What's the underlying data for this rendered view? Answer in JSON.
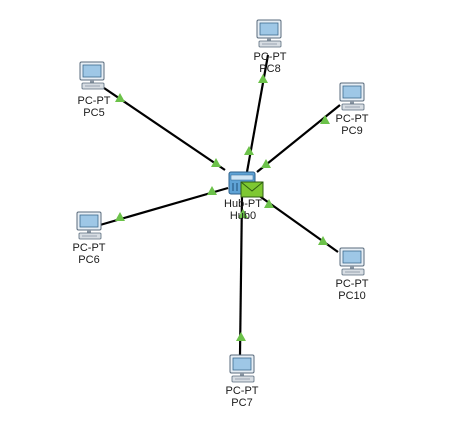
{
  "hub": {
    "type_label": "Hub-PT",
    "name_label": "Hub0"
  },
  "pcs": [
    {
      "id": "pc5",
      "type_label": "PC-PT",
      "name_label": "PC5"
    },
    {
      "id": "pc6",
      "type_label": "PC-PT",
      "name_label": "PC6"
    },
    {
      "id": "pc7",
      "type_label": "PC-PT",
      "name_label": "PC7"
    },
    {
      "id": "pc8",
      "type_label": "PC-PT",
      "name_label": "PC8"
    },
    {
      "id": "pc9",
      "type_label": "PC-PT",
      "name_label": "PC9"
    },
    {
      "id": "pc10",
      "type_label": "PC-PT",
      "name_label": "PC10"
    }
  ],
  "link_status_color": "#6cc24a",
  "cable_color": "#000000",
  "pdu_envelope_color": "#7ec832"
}
